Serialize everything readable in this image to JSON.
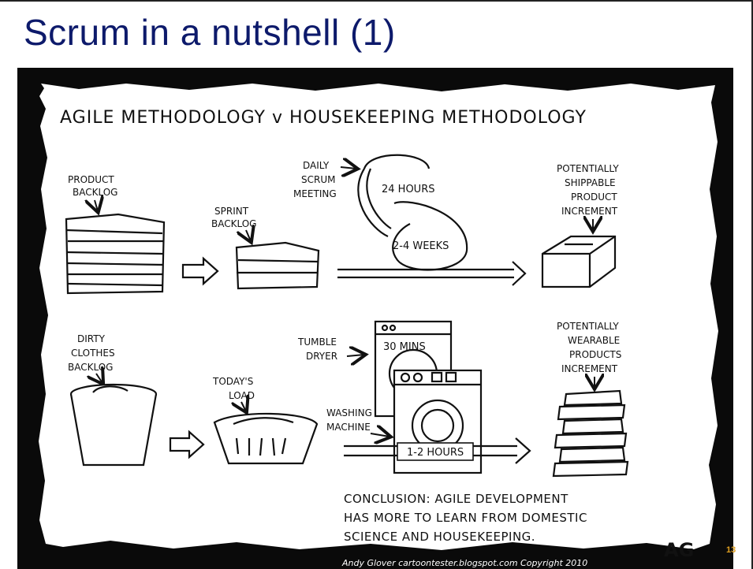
{
  "slide": {
    "title": "Scrum in a nutshell (1)",
    "number": "13"
  },
  "cartoon": {
    "heading": "AGILE METHODOLOGY v HOUSEKEEPING METHODOLOGY",
    "agile": {
      "product_backlog": [
        "PRODUCT",
        "BACKLOG"
      ],
      "sprint_backlog": [
        "SPRINT",
        "BACKLOG"
      ],
      "daily_scrum": [
        "DAILY",
        "SCRUM",
        "MEETING"
      ],
      "hours_24": "24 HOURS",
      "weeks": "2-4 WEEKS",
      "increment": [
        "POTENTIALLY",
        "SHIPPABLE",
        "PRODUCT",
        "INCREMENT"
      ]
    },
    "housekeeping": {
      "dirty_clothes": [
        "DIRTY",
        "CLOTHES",
        "BACKLOG"
      ],
      "todays_load": [
        "TODAY'S",
        "LOAD"
      ],
      "tumble_dryer": [
        "TUMBLE",
        "DRYER"
      ],
      "mins_30": "30 MINS",
      "washing_machine": [
        "WASHING",
        "MACHINE"
      ],
      "hours": "1-2 HOURS",
      "increment": [
        "POTENTIALLY",
        "WEARABLE",
        "PRODUCTS",
        "INCREMENT"
      ]
    },
    "conclusion": [
      "CONCLUSION: AGILE DEVELOPMENT",
      "HAS MORE TO LEARN FROM DOMESTIC",
      "SCIENCE AND HOUSEKEEPING."
    ],
    "signature": "AG",
    "credit": "Andy Glover cartoontester.blogspot.com Copyright 2010"
  },
  "colors": {
    "title": "#0d1a6b",
    "slide_number": "#e0a020",
    "frame": "#0a0a0a"
  }
}
